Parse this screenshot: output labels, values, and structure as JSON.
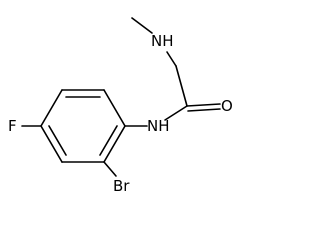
{
  "molecule": {
    "atoms": {
      "methyl_amine": "NH",
      "carbonyl_oxygen": "O",
      "amide_nitrogen": "NH",
      "fluorine": "F",
      "bromine": "Br"
    }
  }
}
